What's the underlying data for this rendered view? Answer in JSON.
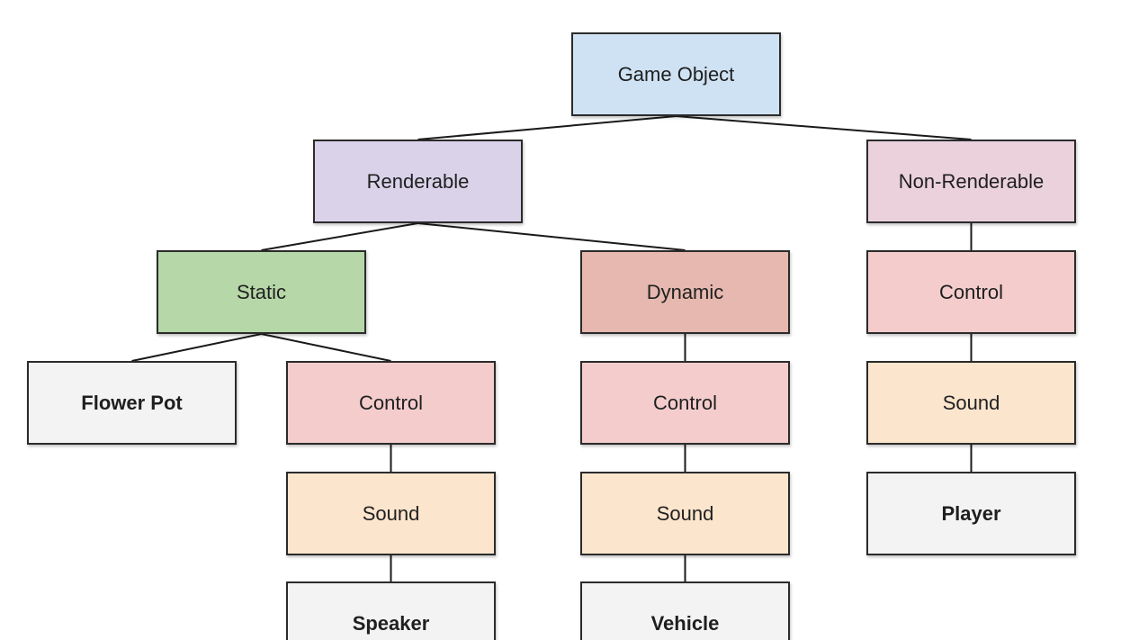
{
  "diagram": {
    "nodes": [
      {
        "id": "game-object",
        "label": "Game Object",
        "color": "#cfe2f3",
        "bold": false
      },
      {
        "id": "renderable",
        "label": "Renderable",
        "color": "#d9d2e9",
        "bold": false
      },
      {
        "id": "non-renderable",
        "label": "Non-Renderable",
        "color": "#ead1dc",
        "bold": false
      },
      {
        "id": "static",
        "label": "Static",
        "color": "#b6d7a8",
        "bold": false
      },
      {
        "id": "dynamic",
        "label": "Dynamic",
        "color": "#e6b8af",
        "bold": false
      },
      {
        "id": "nr-control",
        "label": "Control",
        "color": "#f4cccc",
        "bold": false
      },
      {
        "id": "flower-pot",
        "label": "Flower Pot",
        "color": "#f3f3f3",
        "bold": true
      },
      {
        "id": "static-control",
        "label": "Control",
        "color": "#f4cccc",
        "bold": false
      },
      {
        "id": "dynamic-control",
        "label": "Control",
        "color": "#f4cccc",
        "bold": false
      },
      {
        "id": "nr-sound",
        "label": "Sound",
        "color": "#fce5cd",
        "bold": false
      },
      {
        "id": "static-sound",
        "label": "Sound",
        "color": "#fce5cd",
        "bold": false
      },
      {
        "id": "dynamic-sound",
        "label": "Sound",
        "color": "#fce5cd",
        "bold": false
      },
      {
        "id": "player",
        "label": "Player",
        "color": "#f3f3f3",
        "bold": true
      },
      {
        "id": "speaker",
        "label": "Speaker",
        "color": "#f3f3f3",
        "bold": true
      },
      {
        "id": "vehicle",
        "label": "Vehicle",
        "color": "#f3f3f3",
        "bold": true
      }
    ],
    "edges": [
      [
        "game-object",
        "renderable"
      ],
      [
        "game-object",
        "non-renderable"
      ],
      [
        "renderable",
        "static"
      ],
      [
        "renderable",
        "dynamic"
      ],
      [
        "non-renderable",
        "nr-control"
      ],
      [
        "static",
        "flower-pot"
      ],
      [
        "static",
        "static-control"
      ],
      [
        "dynamic",
        "dynamic-control"
      ],
      [
        "nr-control",
        "nr-sound"
      ],
      [
        "static-control",
        "static-sound"
      ],
      [
        "dynamic-control",
        "dynamic-sound"
      ],
      [
        "nr-sound",
        "player"
      ],
      [
        "static-sound",
        "speaker"
      ],
      [
        "dynamic-sound",
        "vehicle"
      ]
    ]
  }
}
